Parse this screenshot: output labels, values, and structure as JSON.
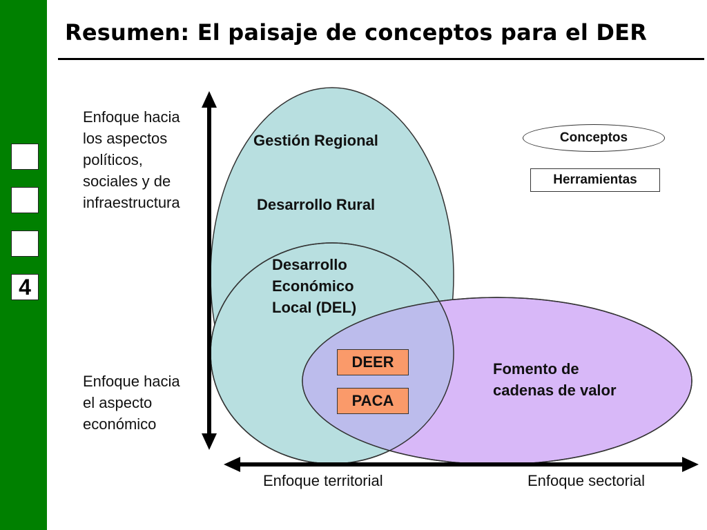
{
  "slide": {
    "title": "Resumen: El paisaje de conceptos para el DER",
    "nav_boxes": [
      "",
      "",
      "",
      "4"
    ]
  },
  "axes": {
    "vertical_top_label": [
      "Enfoque hacia",
      "los aspectos",
      "políticos,",
      "sociales y de",
      "infraestructura"
    ],
    "vertical_bottom_label": [
      "Enfoque hacia",
      "el aspecto",
      "económico"
    ],
    "horizontal_left_label": "Enfoque territorial",
    "horizontal_right_label": "Enfoque sectorial"
  },
  "concepts": {
    "gestion_regional": "Gestión Regional",
    "desarrollo_rural": "Desarrollo Rural",
    "del": [
      "Desarrollo",
      "Económico",
      "Local (DEL)"
    ],
    "cadenas": [
      "Fomento de",
      "cadenas de valor"
    ]
  },
  "tools": {
    "deer": "DEER",
    "paca": "PACA"
  },
  "legend": {
    "concepts": "Conceptos",
    "tools": "Herramientas"
  },
  "colors": {
    "sidebar": "#008000",
    "territorial_ellipse": "#b8dfe0",
    "sectorial_ellipse": "#d8b8f8",
    "tool_fill": "#fa9a6a"
  }
}
